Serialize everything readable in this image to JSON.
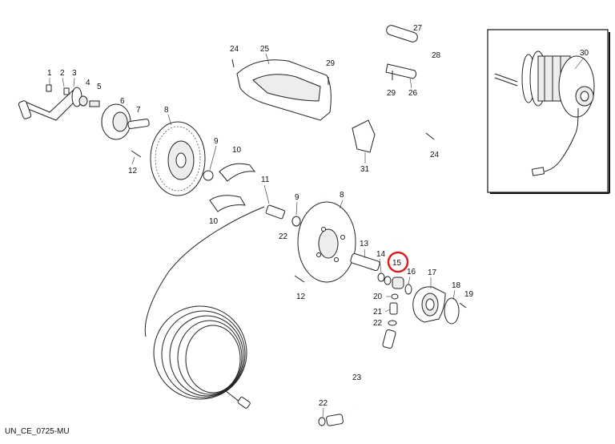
{
  "document": {
    "code": "UN_CE_0725-MU"
  },
  "highlight": {
    "label": "15",
    "color": "#d81e1e"
  },
  "callouts": {
    "c1": "1",
    "c2": "2",
    "c3": "3",
    "c4": "4",
    "c5": "5",
    "c6": "6",
    "c7": "7",
    "c8a": "8",
    "c8b": "8",
    "c9a": "9",
    "c9b": "9",
    "c10a": "10",
    "c10b": "10",
    "c11": "11",
    "c12a": "12",
    "c12b": "12",
    "c13": "13",
    "c14": "14",
    "c15": "15",
    "c16": "16",
    "c17": "17",
    "c18": "18",
    "c19": "19",
    "c20": "20",
    "c21": "21",
    "c22a": "22",
    "c22b": "22",
    "c22c": "22",
    "c23": "23",
    "c24a": "24",
    "c24b": "24",
    "c25": "25",
    "c26": "26",
    "c27": "27",
    "c28": "28",
    "c29a": "29",
    "c29b": "29",
    "c30": "30",
    "c31": "31"
  },
  "inset": {
    "title": "30"
  }
}
